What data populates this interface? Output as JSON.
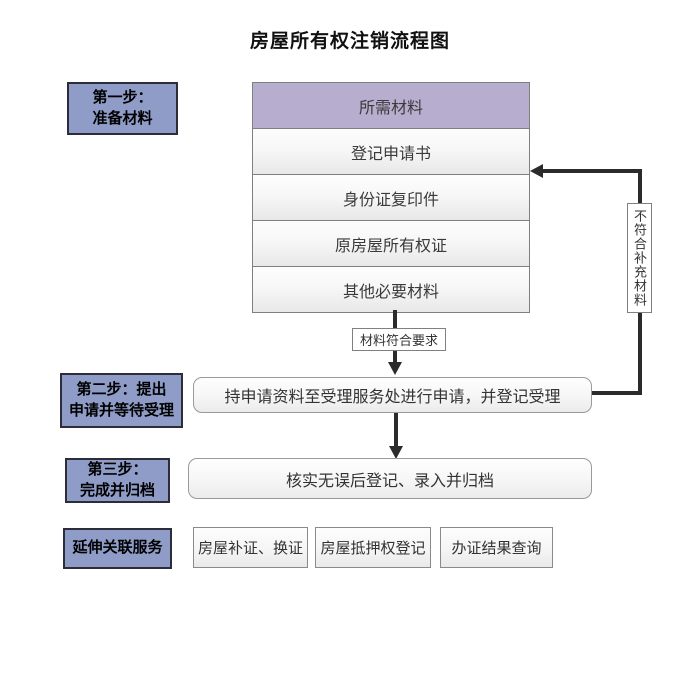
{
  "title": "房屋所有权注销流程图",
  "steps": {
    "step1": "第一步：\n准备材料",
    "step2": "第二步：提出\n申请并等待受理",
    "step3": "第三步：\n完成并归档",
    "services": "延伸关联服务"
  },
  "materials": {
    "header": "所需材料",
    "rows": [
      "登记申请书",
      "身份证复印件",
      "原房屋所有权证",
      "其他必要材料"
    ]
  },
  "flow": {
    "ok_label": "材料符合要求",
    "fail_label": "不符合补充材料",
    "apply": "持申请资料至受理服务处进行申请，并登记受理",
    "archive": "核实无误后登记、录入并归档"
  },
  "services": [
    "房屋补证、换证",
    "房屋抵押权登记",
    "办证结果查询"
  ],
  "colors": {
    "step_box_bg": "#8f9cc8",
    "table_header_bg": "#b7adce",
    "connector_line": "#2b2b2b"
  }
}
